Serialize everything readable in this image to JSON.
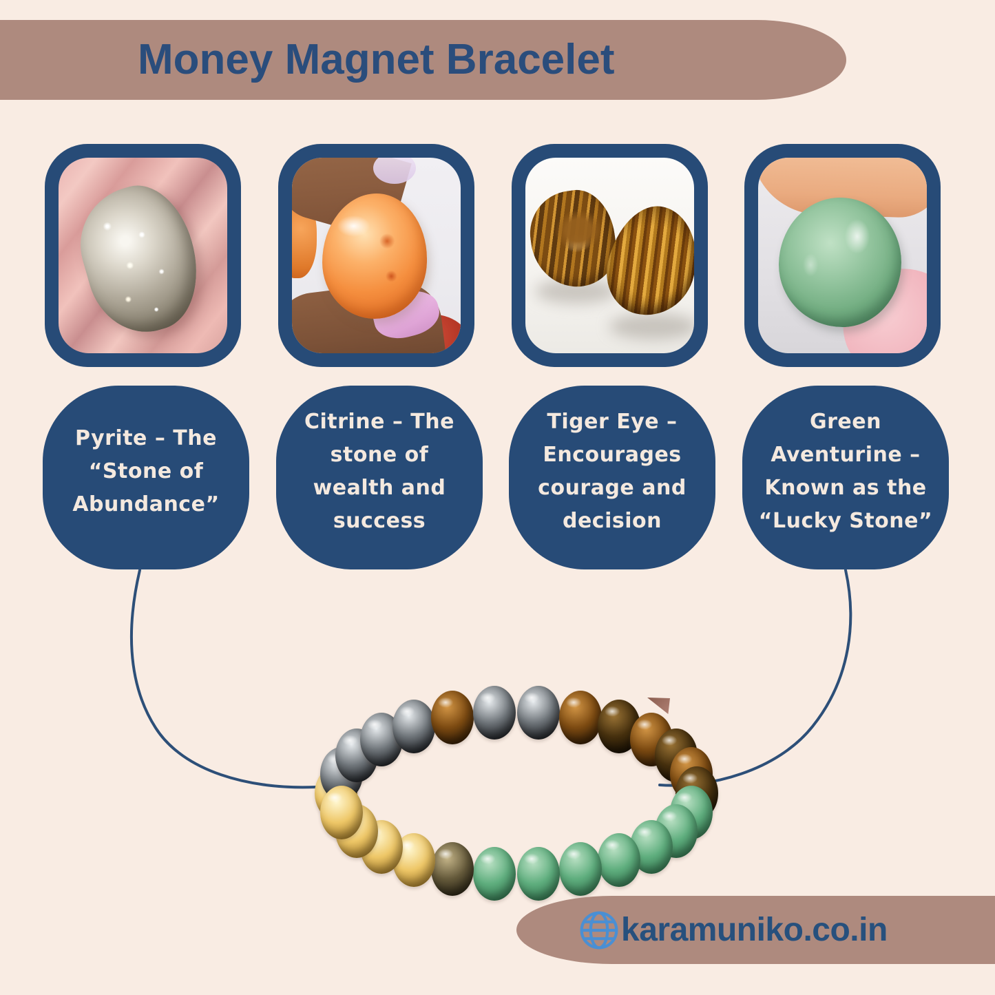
{
  "colors": {
    "background": "#f9ece3",
    "banner_tan": "#ae8a7e",
    "primary_blue": "#274b77",
    "title_blue": "#2a4d7c",
    "blob_text_cream": "#f4e9df",
    "connector_blue": "#2d4f78",
    "globe_blue": "#4a8fd3"
  },
  "header": {
    "title": "Money Magnet Bracelet"
  },
  "stones": [
    {
      "id": "pyrite",
      "photo": "pyrite-nugget-in-hand-photo",
      "lines": [
        "Pyrite – The",
        "“Stone of",
        "Abundance”"
      ]
    },
    {
      "id": "citrine",
      "photo": "citrine-stone-held-by-fingers-photo",
      "lines": [
        "Citrine – The",
        "stone of",
        "wealth and",
        "success"
      ]
    },
    {
      "id": "tiger-eye",
      "photo": "two-tiger-eye-stones-photo",
      "lines": [
        "Tiger Eye –",
        "Encourages",
        "courage and",
        "decision"
      ]
    },
    {
      "id": "green-aventurine",
      "photo": "green-aventurine-ball-held-by-fingers-photo",
      "lines": [
        "Green",
        "Aventurine –",
        "Known as the",
        "“Lucky Stone”"
      ]
    }
  ],
  "bracelet": {
    "bead_sequence": [
      "citrine",
      "hematite",
      "hematite",
      "hematite",
      "hematite",
      "tigereye",
      "hematite",
      "hematite",
      "tigereye",
      "tigereye_dark",
      "tigereye",
      "tigereye_dark",
      "tigereye",
      "tigereye_dark",
      "green",
      "green",
      "green",
      "green",
      "green",
      "green",
      "green",
      "pyrite",
      "citrine",
      "citrine",
      "citrine",
      "citrine"
    ],
    "bead_colors": {
      "hematite": [
        "#e6eaed",
        "#70767b",
        "#17191d"
      ],
      "tigereye": [
        "#d29545",
        "#7d4b12",
        "#2e1a05"
      ],
      "tigereye_dark": [
        "#9a7335",
        "#46300e",
        "#140d03"
      ],
      "green": [
        "#b9e0c3",
        "#5fae7e",
        "#357a52"
      ],
      "citrine": [
        "#fff7d0",
        "#eec768",
        "#a97f2a"
      ],
      "pyrite": [
        "#c4b488",
        "#655a3b",
        "#262012"
      ]
    }
  },
  "footer": {
    "icon": "globe-icon",
    "website": "karamuniko.co.in"
  }
}
